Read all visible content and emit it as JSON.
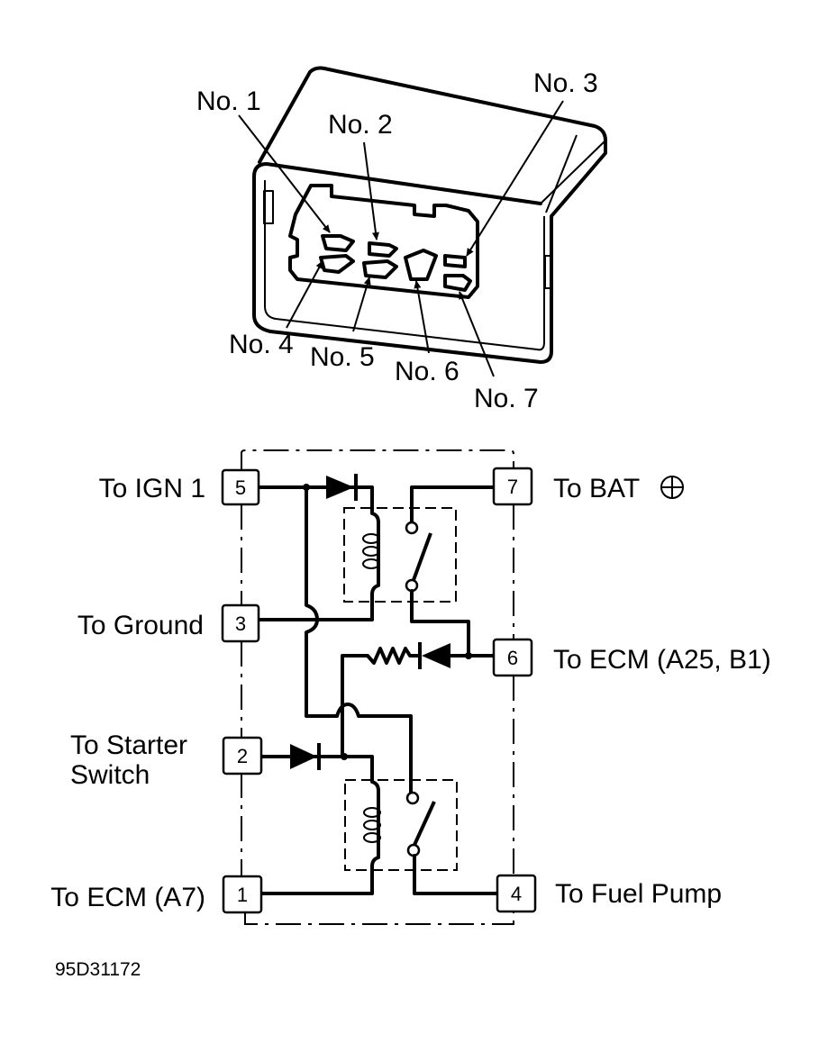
{
  "connector_view": {
    "terminal_labels": [
      "No. 1",
      "No. 2",
      "No. 3",
      "No. 4",
      "No. 5",
      "No. 6",
      "No. 7"
    ]
  },
  "schematic": {
    "pins": [
      {
        "number": "5",
        "label": "To IGN 1"
      },
      {
        "number": "3",
        "label": "To Ground"
      },
      {
        "number": "2",
        "label_line1": "To Starter",
        "label_line2": "Switch"
      },
      {
        "number": "1",
        "label": "To ECM (A7)"
      },
      {
        "number": "7",
        "label": "To BAT"
      },
      {
        "number": "6",
        "label": "To ECM (A25, B1)"
      },
      {
        "number": "4",
        "label": "To Fuel Pump"
      }
    ],
    "battery_symbol": "⊕"
  },
  "figure_id": "95D31172"
}
